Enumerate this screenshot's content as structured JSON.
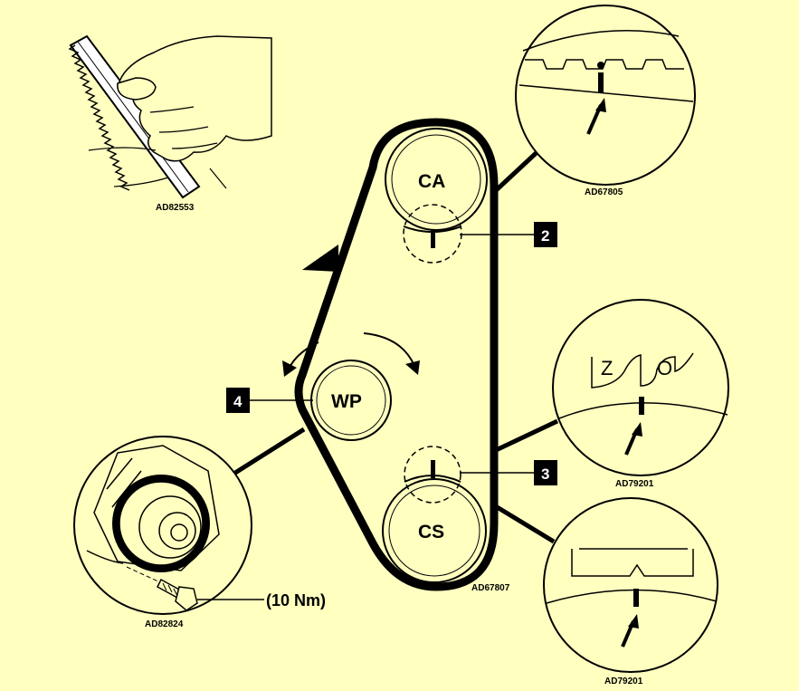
{
  "diagram": {
    "background_color": "#ffffc0",
    "pulleys": {
      "camshaft": "CA",
      "water_pump": "WP",
      "crankshaft": "CS"
    },
    "callouts": {
      "camshaft_mark": "2",
      "crankshaft_mark": "3",
      "water_pump": "4"
    },
    "figure_codes": {
      "belt_handling": "AD82553",
      "camshaft_detail": "AD67805",
      "main_layout": "AD67807",
      "flywheel_detail_top": "AD79201",
      "flywheel_detail_bottom": "AD79201",
      "water_pump_detail": "AD82824"
    },
    "flywheel_marks": [
      "Z",
      "O"
    ],
    "torque": "(10 Nm)"
  }
}
